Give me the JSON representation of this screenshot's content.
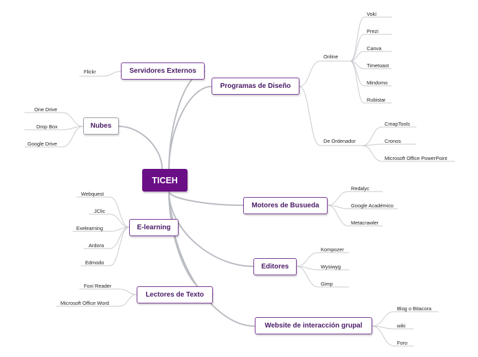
{
  "map": {
    "central": "TICEH",
    "topics": {
      "servidores": {
        "label": "Servidores Externos",
        "children": [
          "Flickr"
        ]
      },
      "nubes": {
        "label": "Nubes",
        "children": [
          "One Drive",
          "Drop Box",
          "Google Drive"
        ]
      },
      "elearning": {
        "label": "E-learning",
        "children": [
          "Webquest",
          "JClic",
          "Exelearning",
          "Ardora",
          "Edmodo"
        ]
      },
      "lectores": {
        "label": "Lectores de Texto",
        "children": [
          "Foxi Reader",
          "Microsoft Office Word"
        ]
      },
      "programas": {
        "label": "Programas de Diseño",
        "groups": {
          "online": {
            "label": "Online",
            "children": [
              "Voki",
              "Prezi",
              "Canva",
              "Timetoast",
              "Mindomo",
              "Rubistar"
            ]
          },
          "ordenador": {
            "label": "De Ordenador",
            "children": [
              "CmapTools",
              "Cronos",
              "Microsoft Office PowerPoint"
            ]
          }
        }
      },
      "motores": {
        "label": "Motores de Busueda",
        "children": [
          "Redalyc",
          "Google Académico",
          "Metacrawler"
        ]
      },
      "editores": {
        "label": "Editores",
        "children": [
          "Kompozer",
          "Wysiwyg",
          "Gimp"
        ]
      },
      "website": {
        "label": "Website de interacción grupal",
        "children": [
          "Blog o Bitacora",
          "wiki",
          "Foro"
        ]
      }
    }
  },
  "colors": {
    "central": "#6b0f86",
    "main_border": "#7a3a96",
    "main_text": "#4a1a66",
    "connector": "#b9bcc2",
    "leaf_line": "#c8cacf"
  }
}
